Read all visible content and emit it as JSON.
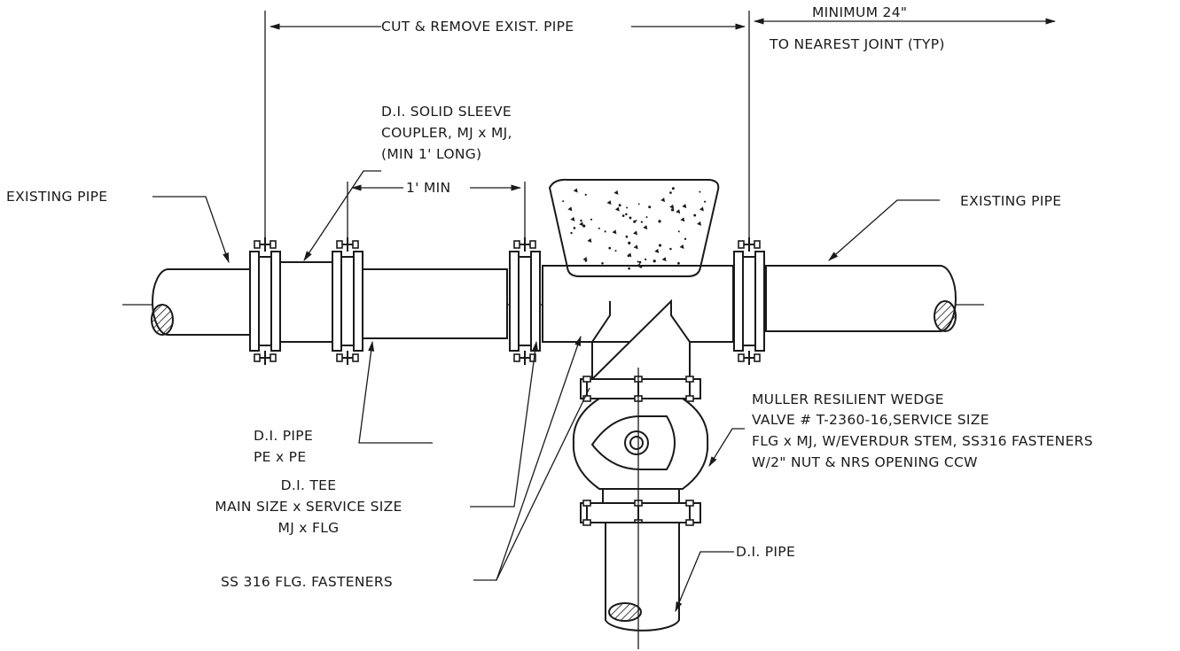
{
  "labels": {
    "cut_remove": "CUT & REMOVE EXIST. PIPE",
    "minimum_24": "MINIMUM 24\"",
    "to_nearest_joint": "TO NEAREST JOINT (TYP)",
    "sleeve_line1": "D.I. SOLID SLEEVE",
    "sleeve_line2": "COUPLER, MJ x MJ,",
    "sleeve_line3": "(MIN 1' LONG)",
    "existing_pipe_left": "EXISTING PIPE",
    "existing_pipe_right": "EXISTING PIPE",
    "one_ft_min": "1' MIN",
    "di_pipe_line1": "D.I. PIPE",
    "di_pipe_line2": "PE x PE",
    "tee_line1": "D.I. TEE",
    "tee_line2": "MAIN SIZE x SERVICE SIZE",
    "tee_line3": "MJ x FLG",
    "fasteners": "SS 316 FLG. FASTENERS",
    "valve_line1": "MULLER RESILIENT WEDGE",
    "valve_line2": "VALVE # T-2360-16,SERVICE SIZE",
    "valve_line3": "FLG x MJ, W/EVERDUR STEM, SS316 FASTENERS",
    "valve_line4": "W/2\" NUT & NRS OPENING CCW",
    "di_pipe_bottom": "D.I. PIPE"
  }
}
